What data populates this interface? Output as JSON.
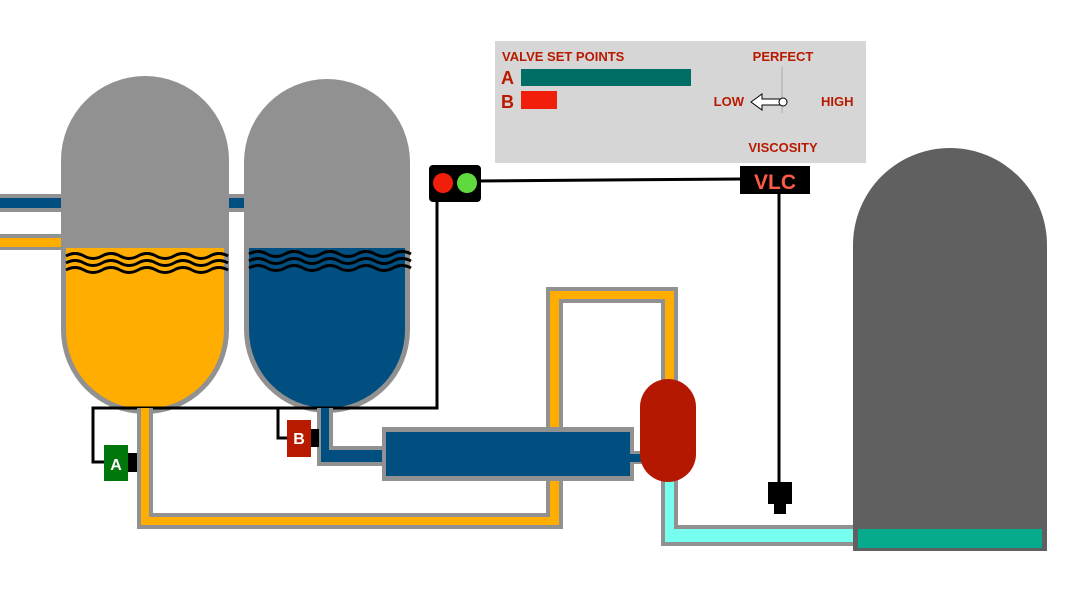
{
  "colors": {
    "tank_a_fluid": "#ffad00",
    "tank_b_fluid": "#004f80",
    "tank_shell": "#919191",
    "output_tank": "#606060",
    "output_fluid": "#05ab8c",
    "mixer": "#b51800",
    "product_pipe": "#76ffee",
    "valve_a": "#00770a",
    "valve_b": "#b81a00",
    "panel_bg": "#d6d6d6",
    "panel_text": "#b81a00",
    "setpoint_a_bar": "#006e64",
    "setpoint_b_bar": "#f21e0c",
    "vlc_text": "#ff5a45",
    "light_red": "#f21e0c",
    "light_green": "#5fd93e"
  },
  "panel": {
    "title": "VALVE SET POINTS",
    "setpoints": [
      {
        "label": "A",
        "fraction": 1.0
      },
      {
        "label": "B",
        "fraction": 0.21
      }
    ],
    "gauge": {
      "top_label": "PERFECT",
      "left_label": "LOW",
      "right_label": "HIGH",
      "bottom_label": "VISCOSITY",
      "reading": "LOW"
    }
  },
  "controller": {
    "label": "VLC"
  },
  "status_light": {
    "red": "on",
    "green": "on"
  },
  "valves": [
    {
      "label": "A"
    },
    {
      "label": "B"
    }
  ]
}
